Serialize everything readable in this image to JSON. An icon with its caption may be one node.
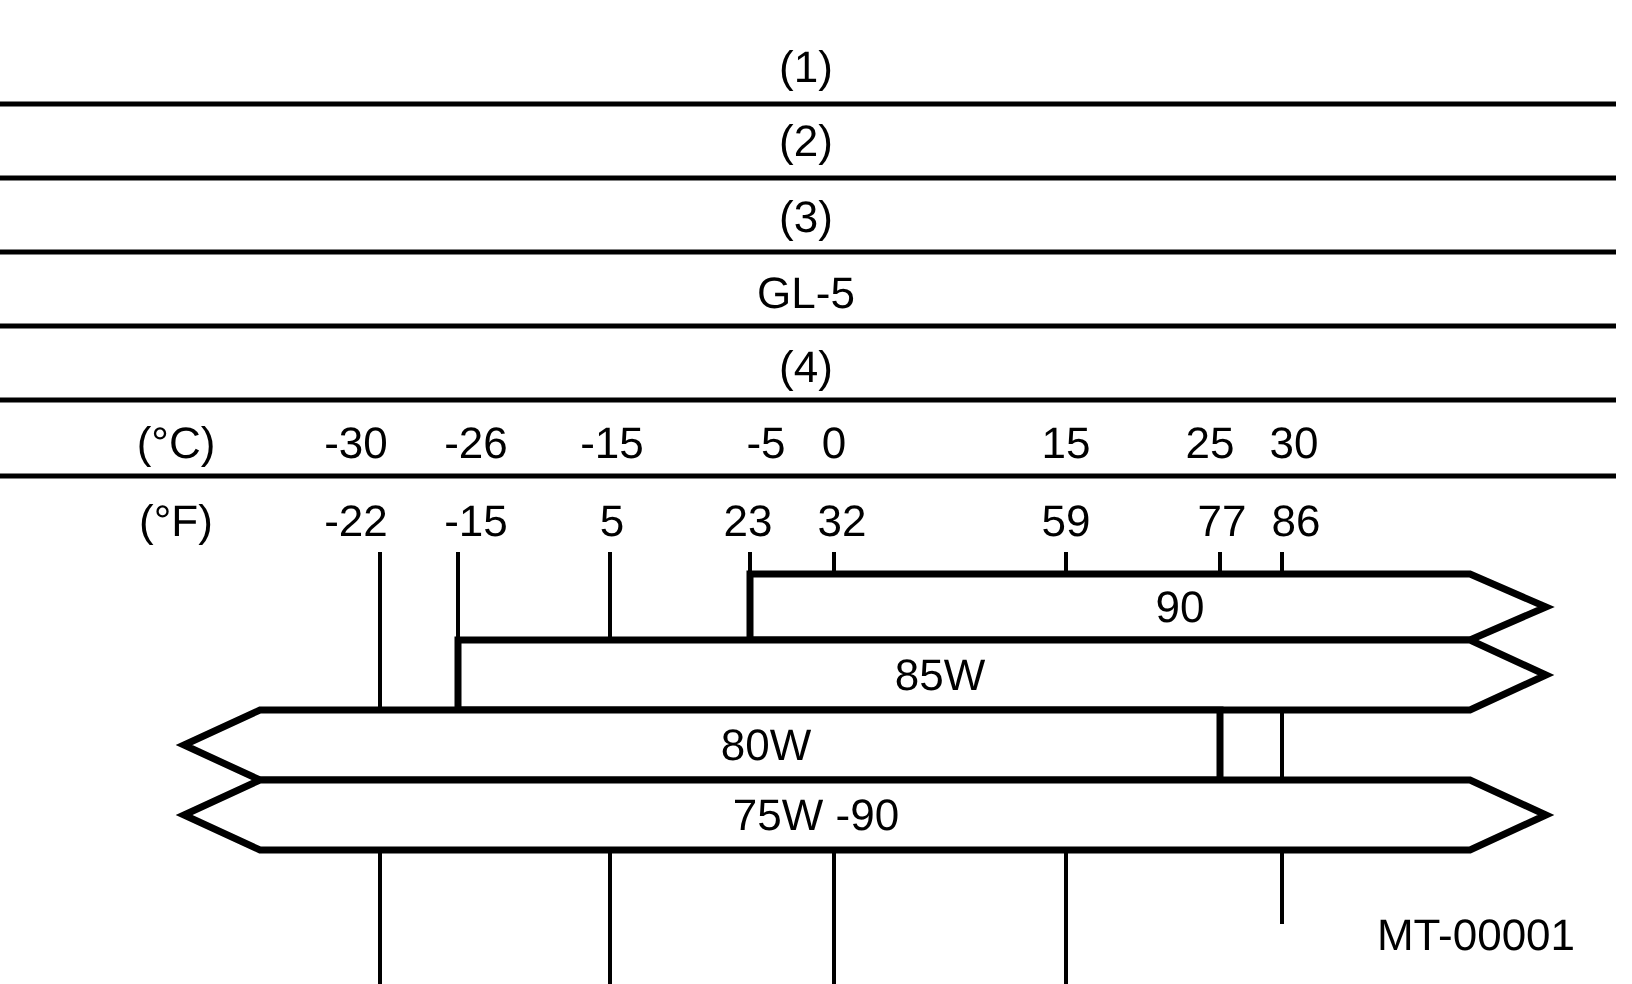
{
  "diagram": {
    "nodes": [
      {
        "text": [
          "90"
        ]
      },
      {
        "text": [
          "85W"
        ]
      },
      {
        "text": [
          "80W"
        ]
      },
      {
        "text": [
          "75W -90"
        ]
      }
    ],
    "labels": [
      "(1)",
      "(2)",
      "(3)",
      "GL-5",
      "(4)",
      "(°C)",
      "-30",
      "-26",
      "-15",
      "-5",
      "0",
      "15",
      "25",
      "30",
      "(°F)",
      "-22",
      "-15",
      "5",
      "23",
      "32",
      "59",
      "77",
      "86",
      "MT-00001"
    ]
  }
}
